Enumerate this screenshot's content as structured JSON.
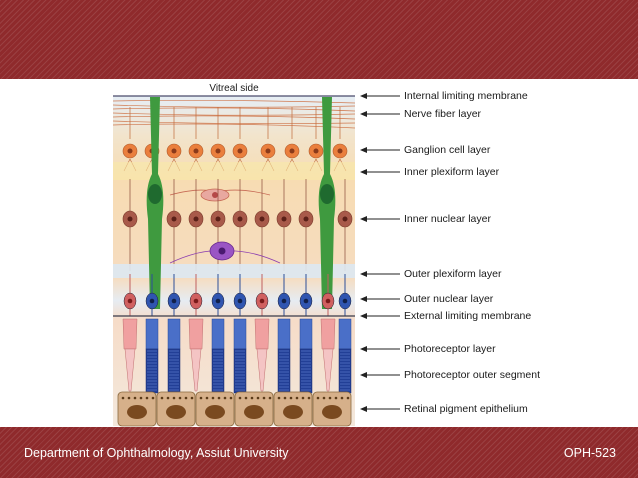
{
  "diagram": {
    "top_label": "Vitreal side",
    "layers": [
      {
        "label": "Internal limiting membrane"
      },
      {
        "label": "Nerve fiber layer"
      },
      {
        "label": "Ganglion cell layer"
      },
      {
        "label": "Inner plexiform layer"
      },
      {
        "label": "Inner nuclear layer"
      },
      {
        "label": "Outer plexiform layer"
      },
      {
        "label": "Outer nuclear layer"
      },
      {
        "label": "External limiting membrane"
      },
      {
        "label": "Photoreceptor layer"
      },
      {
        "label": "Photoreceptor outer segment"
      },
      {
        "label": "Retinal pigment epithelium"
      }
    ],
    "colors": {
      "ganglion": "#ea7f3d",
      "bipolar": "#a85a4a",
      "amacrine": "#e8a8a0",
      "horizontal": "#8c3fb0",
      "muller": "#3f9a3f",
      "rod": "#3e5fb8",
      "cone": "#f0a0a0",
      "rpe": "#d6b08a"
    }
  },
  "footer": {
    "department": "Department of Ophthalmology, Assiut University",
    "code": "OPH-523"
  }
}
